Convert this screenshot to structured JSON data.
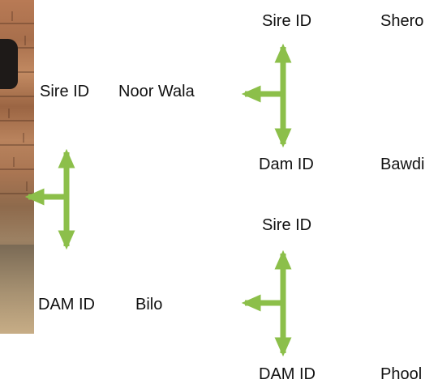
{
  "colors": {
    "arrow": "#8CBF4A",
    "text": "#111111",
    "background": "#FFFFFF"
  },
  "photo": {
    "icon": "animal-photo-crop"
  },
  "top_group": {
    "sire_label": "Sire ID",
    "sire_name": "Shero",
    "dam_label": "Dam ID",
    "dam_name": "Bawdi"
  },
  "middle_group": {
    "sire_label": "Sire ID",
    "sire_name": "Noor Wala"
  },
  "bottom_group": {
    "dam_label": "DAM ID",
    "dam_name": "Bilo"
  },
  "lower_right_group": {
    "sire_label": "Sire ID",
    "dam_label": "DAM ID",
    "dam_name": "Phool"
  }
}
